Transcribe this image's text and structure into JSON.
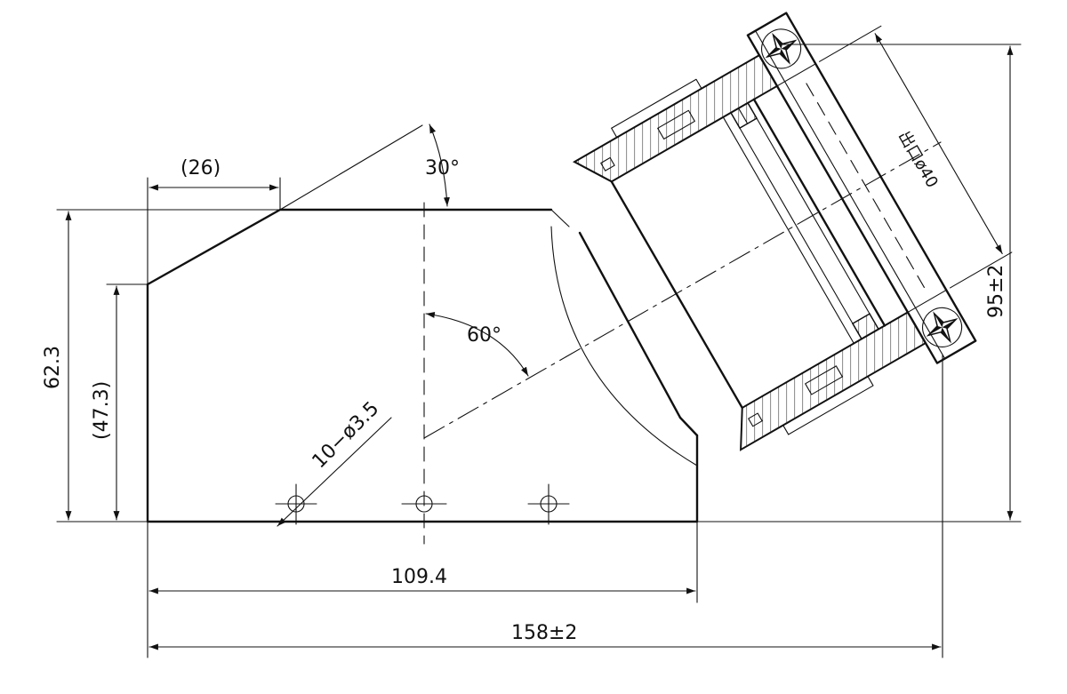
{
  "dimensions": {
    "chamfer_width": "(26)",
    "angle_30": "30°",
    "angle_60": "60°",
    "height_62": "62.3",
    "height_47": "(47.3)",
    "holes": "10−ø3.5",
    "length_109": "109.4",
    "length_158": "158±2",
    "height_95": "95±2",
    "port_diameter": "出口ø40"
  },
  "colors": {
    "line": "#111111",
    "background": "#ffffff"
  }
}
